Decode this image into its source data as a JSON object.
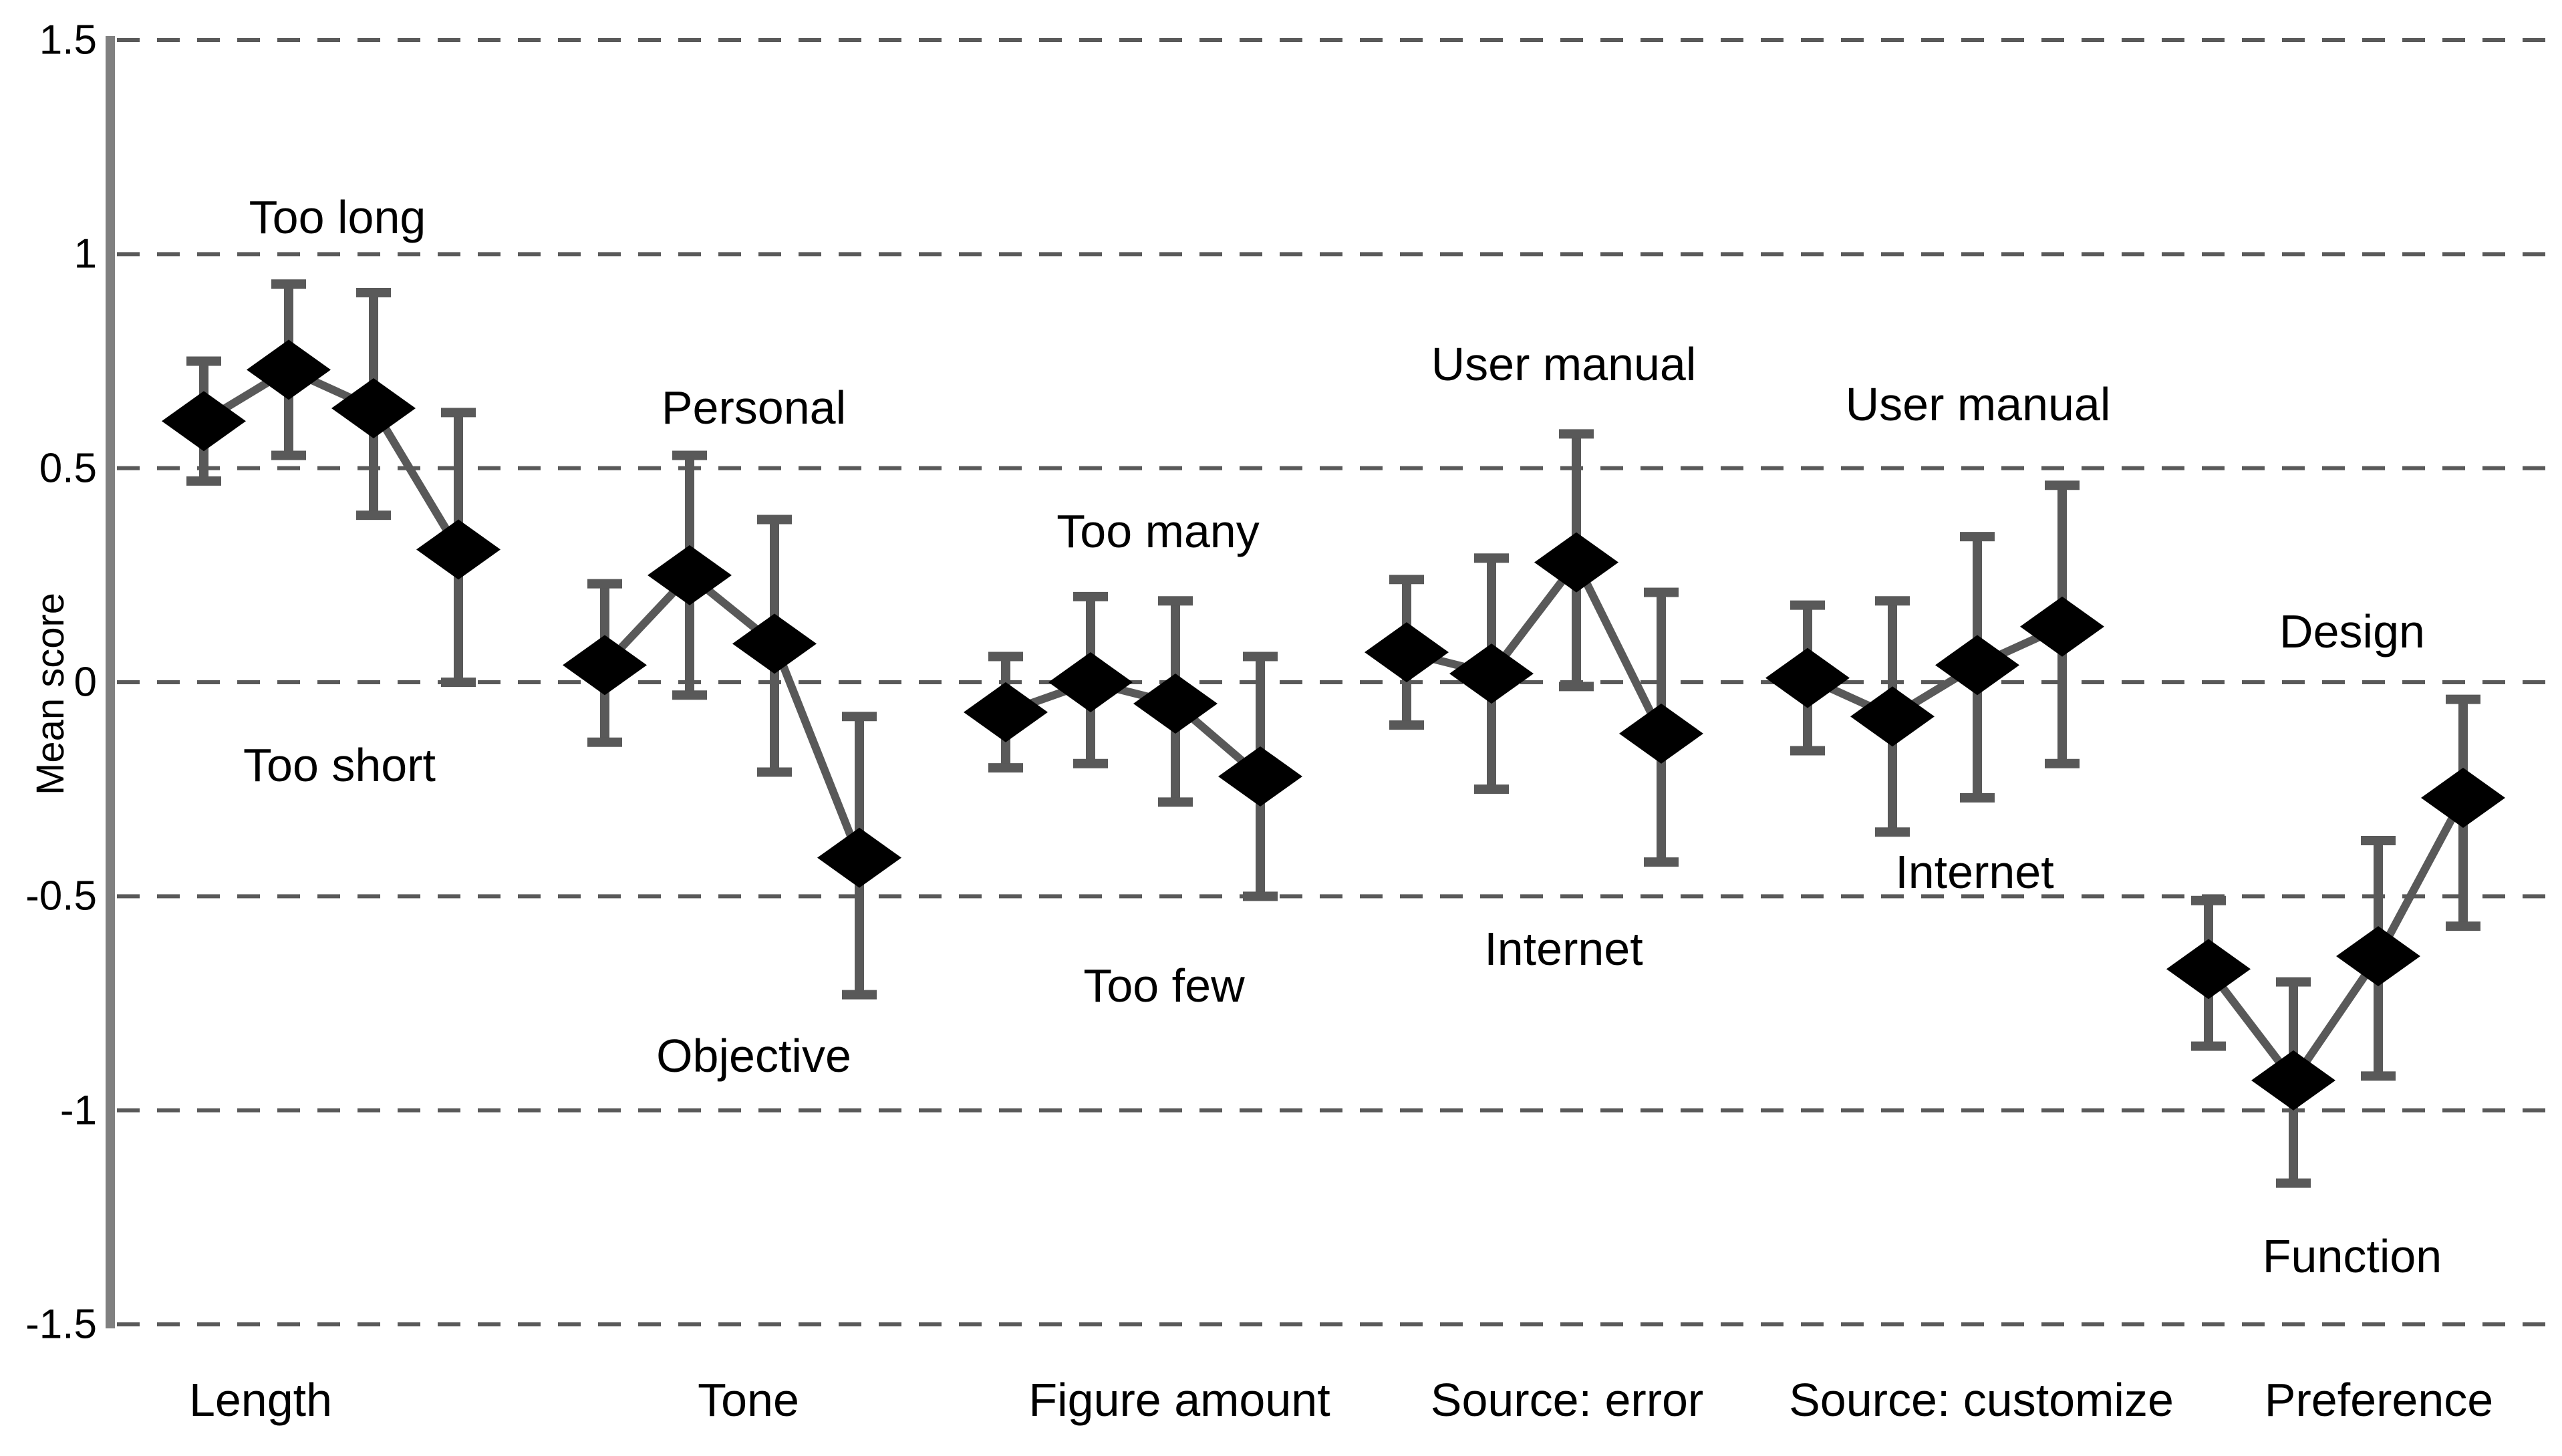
{
  "chart_data": {
    "type": "scatter",
    "title": "",
    "xlabel": "",
    "ylabel": "Mean score",
    "ylim": [
      -1.5,
      1.5
    ],
    "yticks": [
      1.5,
      1,
      0.5,
      0,
      -0.5,
      -1,
      -1.5
    ],
    "ytick_labels": [
      "1.5",
      "1",
      "0.5",
      "0",
      "-0.5",
      "-1",
      "-1.5"
    ],
    "grid": true,
    "grid_style": "dashed-horizontal",
    "legend": "none",
    "marker": "filled-diamond",
    "error_bars": "vertical",
    "categories": [
      "Length",
      "Tone",
      "Figure amount",
      "Source: error",
      "Source: customize",
      "Preference"
    ],
    "groups": [
      {
        "name": "Length",
        "pole_high": "Too long",
        "pole_low": "Too short",
        "values": [
          0.61,
          0.73,
          0.64,
          0.31
        ],
        "err_low": [
          0.47,
          0.53,
          0.39,
          0.0
        ],
        "err_high": [
          0.75,
          0.93,
          0.91,
          0.63
        ]
      },
      {
        "name": "Tone",
        "pole_high": "Personal",
        "pole_low": "Objective",
        "values": [
          0.04,
          0.25,
          0.09,
          -0.41
        ],
        "err_low": [
          -0.14,
          -0.03,
          -0.21,
          -0.73
        ],
        "err_high": [
          0.23,
          0.53,
          0.38,
          -0.08
        ]
      },
      {
        "name": "Figure amount",
        "pole_high": "Too many",
        "pole_low": "Too few",
        "values": [
          -0.07,
          0.0,
          -0.05,
          -0.22
        ],
        "err_low": [
          -0.2,
          -0.19,
          -0.28,
          -0.5
        ],
        "err_high": [
          0.06,
          0.2,
          0.19,
          0.06
        ]
      },
      {
        "name": "Source: error",
        "pole_high": "User manual",
        "pole_low": "Internet",
        "values": [
          0.07,
          0.02,
          0.28,
          -0.12
        ],
        "err_low": [
          -0.1,
          -0.25,
          -0.01,
          -0.42
        ],
        "err_high": [
          0.24,
          0.29,
          0.58,
          0.21
        ]
      },
      {
        "name": "Source: customize",
        "pole_high": "User manual",
        "pole_low": "Internet",
        "values": [
          0.01,
          -0.08,
          0.04,
          0.13
        ],
        "err_low": [
          -0.16,
          -0.35,
          -0.27,
          -0.19
        ],
        "err_high": [
          0.18,
          0.19,
          0.34,
          0.46
        ]
      },
      {
        "name": "Preference",
        "pole_high": "Design",
        "pole_low": "Function",
        "values": [
          -0.67,
          -0.93,
          -0.64,
          -0.27
        ],
        "err_low": [
          -0.85,
          -1.17,
          -0.92,
          -0.57
        ],
        "err_high": [
          -0.51,
          -0.7,
          -0.37,
          -0.04
        ]
      }
    ]
  },
  "axis": {
    "y_title": "Mean score",
    "ticks": [
      "1.5",
      "1",
      "0.5",
      "0",
      "-0.5",
      "-1",
      "-1.5"
    ]
  },
  "xlabels": [
    "Length",
    "Tone",
    "Figure amount",
    "Source: error",
    "Source: customize",
    "Preference"
  ],
  "annotations": [
    "Too long",
    "Too short",
    "Personal",
    "Objective",
    "Too many",
    "Too few",
    "User manual",
    "Internet",
    "User manual",
    "Internet",
    "Design",
    "Function"
  ],
  "colors": {
    "marker": "#000000",
    "line": "#595959",
    "error_bar": "#595959",
    "grid": "#595959",
    "axis": "#808080",
    "text": "#000000",
    "background": "#ffffff"
  }
}
